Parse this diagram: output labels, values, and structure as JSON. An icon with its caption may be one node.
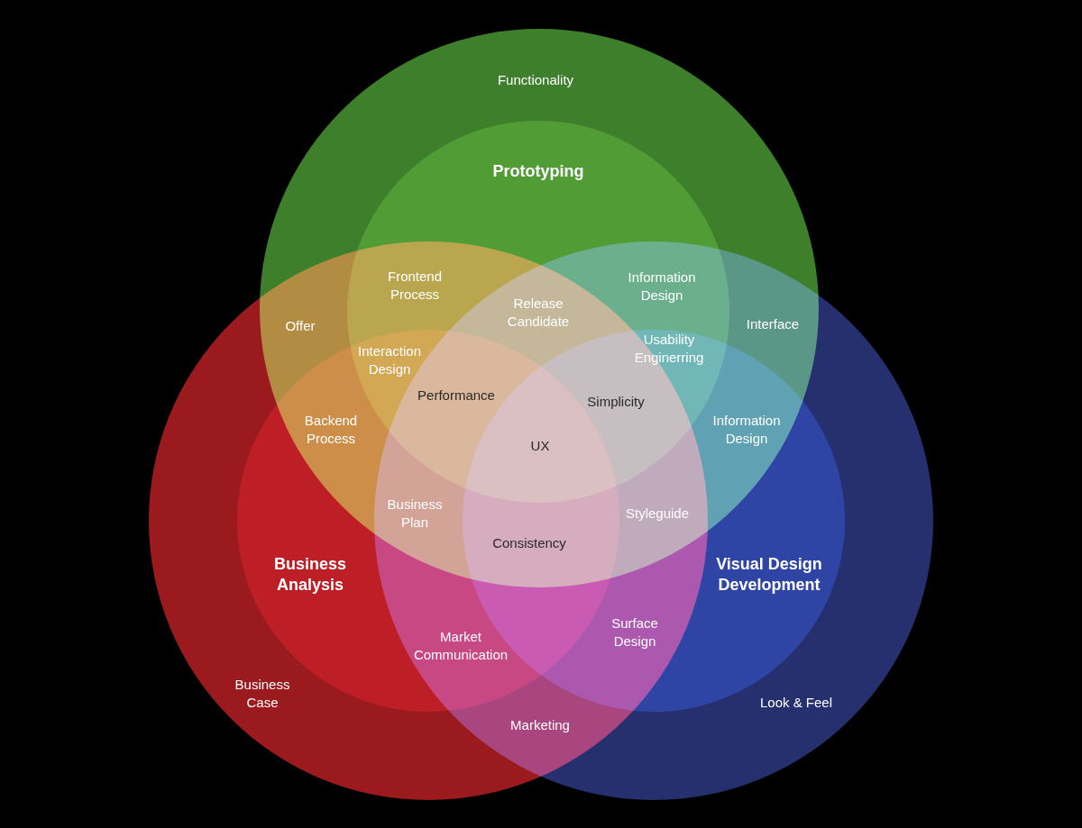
{
  "diagram": {
    "nodes": [
      {
        "text": [
          "Functionality"
        ]
      },
      {
        "text": [
          "Prototyping"
        ],
        "in": 0
      },
      {
        "text": [
          "Business Analysis"
        ],
        "in": 4
      },
      {
        "text": [
          "Visual Design Development"
        ],
        "in": 5
      },
      {
        "text": [
          "Business Case"
        ]
      },
      {
        "text": [
          "Look & Feel"
        ]
      }
    ],
    "labels": [
      "Offer",
      "Frontend Process",
      "Release Candidate",
      "Information Design",
      "Interface",
      "Interaction Design",
      "Usability Enginerring",
      "Performance",
      "Simplicity",
      "Backend Process",
      "Information Design",
      "UX",
      "Business Plan",
      "Styleguide",
      "Consistency",
      "Market Communication",
      "Surface Design",
      "Marketing"
    ]
  }
}
